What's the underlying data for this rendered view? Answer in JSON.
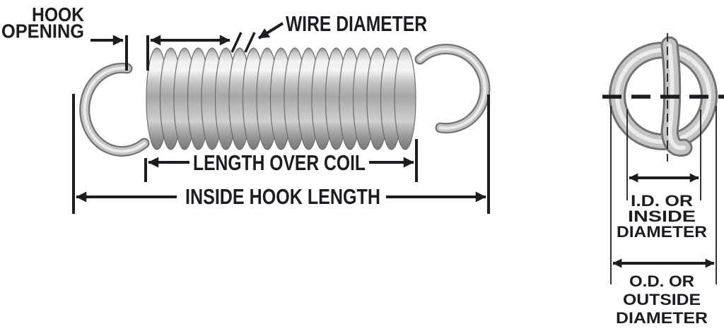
{
  "figure": {
    "labels": {
      "hook_opening": [
        "HOOK",
        "OPENING"
      ],
      "wire_diameter": "WIRE DIAMETER",
      "length_over_coil": "LENGTH OVER COIL",
      "inside_hook_length": "INSIDE HOOK LENGTH",
      "inside_diameter": [
        "I.D. OR",
        "INSIDE",
        "DIAMETER"
      ],
      "outside_diameter": [
        "O.D. OR",
        "OUTSIDE",
        "DIAMETER"
      ]
    },
    "colors": {
      "background": "#ffffff",
      "line": "#1c1c22",
      "text": "#1c1c22",
      "metal_outline": "#727270",
      "metal_mid": "#c4c4c2",
      "metal_highlight": "#ebebe9"
    }
  }
}
